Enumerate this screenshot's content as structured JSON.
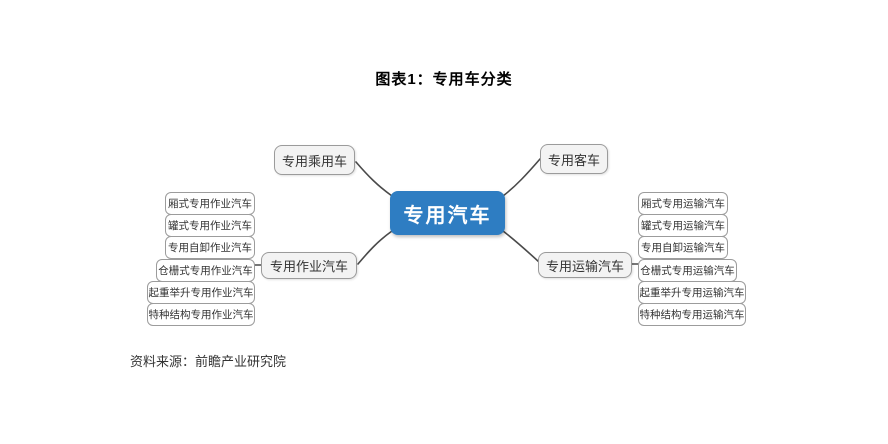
{
  "figure": {
    "title": "图表1：专用车分类",
    "source": "资料来源：前瞻产业研究院"
  },
  "colors": {
    "root_fill": "#2E7DC2",
    "root_text": "#FFFFFF",
    "branch_fill": "#F3F3F3",
    "box_border": "#9B9B9B",
    "connector_line": "#4A4A4A",
    "text": "#333333",
    "background": "#FFFFFF"
  },
  "mindmap": {
    "root": "专用汽车",
    "branch_top_left": "专用乘用车",
    "branch_top_right": "专用客车",
    "branch_mid_left": "专用作业汽车",
    "branch_mid_right": "专用运输汽车",
    "left_leaves": [
      "厢式专用作业汽车",
      "罐式专用作业汽车",
      "专用自卸作业汽车",
      "仓栅式专用作业汽车",
      "起重举升专用作业汽车",
      "特种结构专用作业汽车"
    ],
    "right_leaves": [
      "厢式专用运输汽车",
      "罐式专用运输汽车",
      "专用自卸运输汽车",
      "仓栅式专用运输汽车",
      "起重举升专用运输汽车",
      "特种结构专用运输汽车"
    ]
  }
}
